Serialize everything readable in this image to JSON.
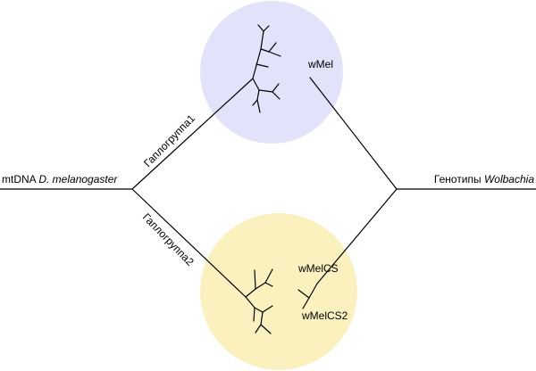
{
  "labels": {
    "mtdna_prefix": "mtDNA ",
    "mtdna_species": "D. melanogaster",
    "genotypes_prefix": "Генотипы ",
    "genotypes_genus": "Wolbachia",
    "haplogroup1": "Гаплогруппа1",
    "haplogroup2": "Гаплогруппа2",
    "wmel": "wMel",
    "wmelcs": "wMelCS",
    "wmelcs2": "wMelCS2"
  },
  "colors": {
    "circle_top": "#e2e2fa",
    "circle_bottom": "#faf1be",
    "line": "#000000"
  }
}
